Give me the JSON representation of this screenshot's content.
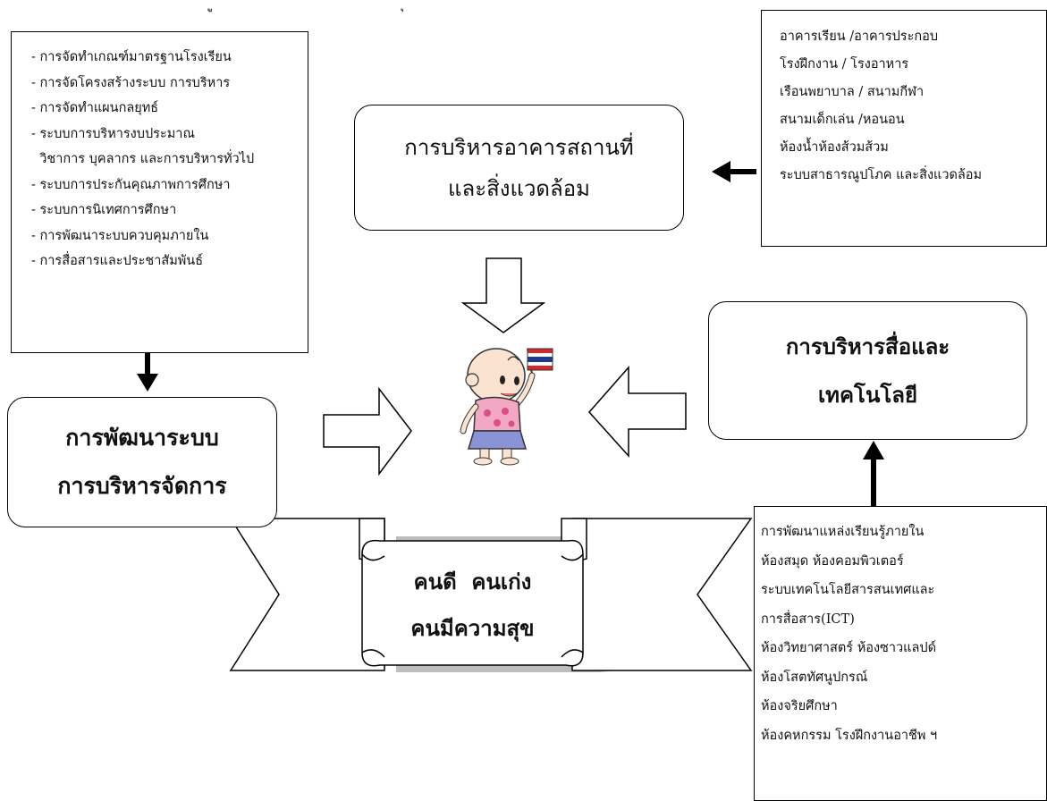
{
  "top_left_list": [
    "- การจัดทำเกณฑ์มาตรฐานโรงเรียน",
    "- การจัดโครงสร้างระบบ การบริหาร",
    "- การจัดทำแผนกลยุทธ์",
    "- ระบบการบริหารงบประมาณ",
    "  วิชาการ บุคลากร และการบริหารทั่วไป",
    "- ระบบการประกันคุณภาพการศึกษา",
    "- ระบบการนิเทศการศึกษา",
    "- การพัฒนาระบบควบคุมภายใน",
    "- การสื่อสารและประชาสัมพันธ์"
  ],
  "top_right_list": [
    "อาคารเรียน /อาคารประกอบ",
    "โรงฝึกงาน / โรงอาหาร",
    "เรือนพยาบาล / สนามกีฬา",
    "สนามเด็กเล่น /หอนอน",
    "ห้องน้ำห้องส้วมส้วม",
    "ระบบสาธารณูปโภค และสิ่งแวดล้อม"
  ],
  "bottom_right_list": [
    "การพัฒนาแหล่งเรียนรู้ภายใน",
    "ห้องสมุด ห้องคอมพิวเตอร์",
    "ระบบเทคโนโลยีสารสนเทศและ",
    "การสื่อสาร(ICT)",
    "ห้องวิทยาศาสตร์ ห้องซาวแลปด์",
    "ห้องโสตทัศนูปกรณ์",
    "ห้องจริยศึกษา",
    "ห้องคหกรรม โรงฝึกงานอาชีพ ฯ"
  ],
  "box_building": {
    "line1": "การบริหารอาคารสถานที่",
    "line2": "และสิ่งแวดล้อม"
  },
  "box_media": {
    "line1": "การบริหารสื่อและ",
    "line2": "เทคโนโลยี"
  },
  "box_system": {
    "line1": "การพัฒนาระบบ",
    "line2": "การบริหารจัดการ"
  },
  "banner": {
    "line1": "คนดี  คนเก่ง",
    "line2": "คนมีความสุข"
  },
  "header_fragment": {
    "left": "ู",
    "right": "ุ"
  },
  "colors": {
    "stroke": "#000000",
    "shadow": "#bdbdbd",
    "flag_red": "#d62828",
    "flag_blue": "#1d3c8f",
    "shirt_pink": "#f2a7c3",
    "skirt_purple": "#8a93d6"
  }
}
